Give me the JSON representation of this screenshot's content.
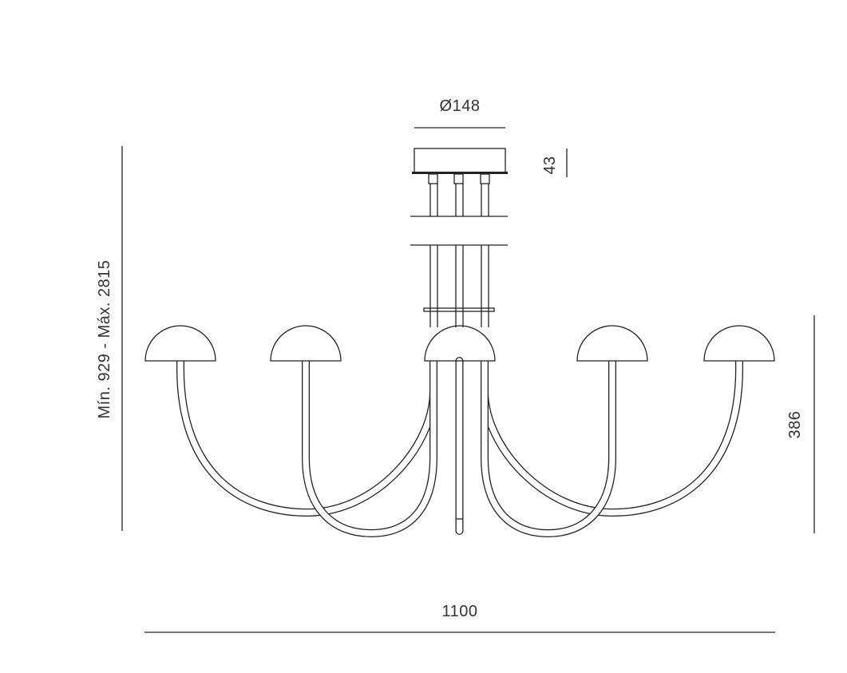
{
  "dimensions": {
    "canopy_diameter": "Ø148",
    "canopy_height": "43",
    "total_height": "Mín. 929 - Máx. 2815",
    "body_height": "386",
    "width": "1100"
  },
  "colors": {
    "line": "#222222",
    "text": "#333333",
    "background": "#ffffff"
  }
}
